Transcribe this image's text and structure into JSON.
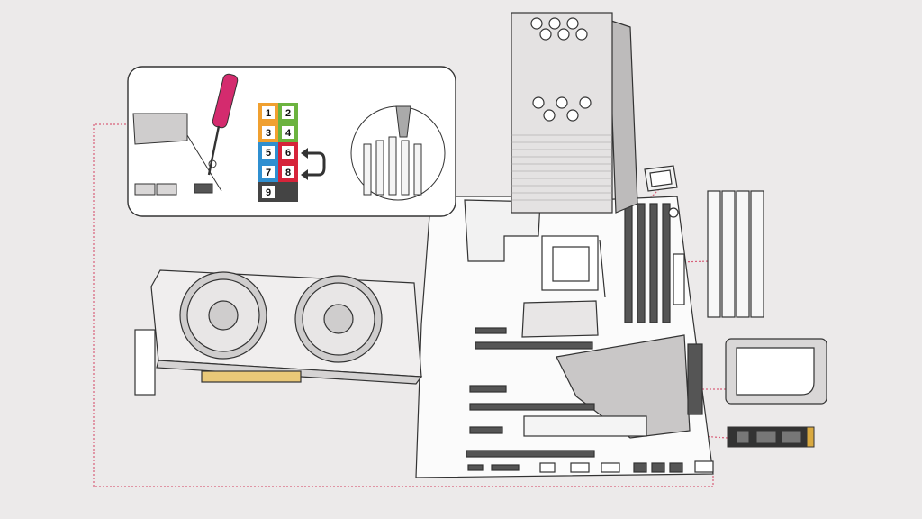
{
  "callout": {
    "pin_header": {
      "pins": [
        {
          "label": "1",
          "color": "#f0a030"
        },
        {
          "label": "2",
          "color": "#6cb33f"
        },
        {
          "label": "3",
          "color": "#f0a030"
        },
        {
          "label": "4",
          "color": "#6cb33f"
        },
        {
          "label": "5",
          "color": "#2f8fd0"
        },
        {
          "label": "6",
          "color": "#d6243a"
        },
        {
          "label": "7",
          "color": "#2f8fd0"
        },
        {
          "label": "8",
          "color": "#d6243a"
        },
        {
          "label": "9",
          "color": "#444444"
        }
      ]
    },
    "screwdriver_handle_color": "#d42b6e"
  },
  "colors": {
    "background": "#eceaea",
    "leader_line": "#d8607a",
    "outline": "#333333",
    "panel_fill": "#ffffff",
    "shade": "#cfcdcd"
  },
  "icons": [
    "screwdriver-icon",
    "swap-arrow-icon",
    "pin-closeup-icon"
  ]
}
